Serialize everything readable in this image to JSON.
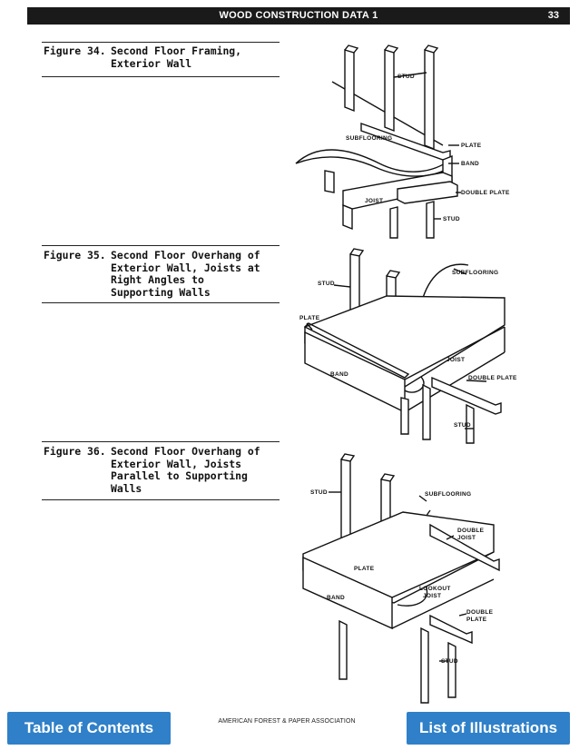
{
  "header": {
    "title": "WOOD CONSTRUCTION DATA 1",
    "page_number": "33"
  },
  "figures": [
    {
      "number": "Figure 34.",
      "caption": "Second Floor Framing,\nExterior Wall",
      "labels": {
        "stud": "STUD",
        "subflooring": "SUBFLOORING",
        "plate": "PLATE",
        "band": "BAND",
        "joist": "JOIST",
        "double_plate": "DOUBLE PLATE",
        "stud2": "STUD"
      }
    },
    {
      "number": "Figure 35.",
      "caption": "Second Floor Overhang of\nExterior Wall, Joists at\nRight Angles to\nSupporting Walls",
      "labels": {
        "stud": "STUD",
        "subflooring": "SUBFLOORING",
        "plate": "PLATE",
        "band": "BAND",
        "joist": "JOIST",
        "double_plate": "DOUBLE PLATE",
        "stud2": "STUD"
      }
    },
    {
      "number": "Figure 36.",
      "caption": "Second Floor Overhang of\nExterior Wall, Joists\nParallel to Supporting\nWalls",
      "labels": {
        "stud": "STUD",
        "subflooring": "SUBFLOORING",
        "double_joist_1": "DOUBLE",
        "double_joist_2": "JOIST",
        "plate": "PLATE",
        "band": "BAND",
        "lookout_1": "LOOKOUT",
        "lookout_2": "JOIST",
        "double_plate_1": "DOUBLE",
        "double_plate_2": "PLATE",
        "stud2": "STUD"
      }
    }
  ],
  "footer": {
    "association": "AMERICAN FOREST & PAPER ASSOCIATION"
  },
  "nav": {
    "toc_label": "Table of Contents",
    "illustrations_label": "List of Illustrations",
    "button_color": "#2f80c8"
  }
}
